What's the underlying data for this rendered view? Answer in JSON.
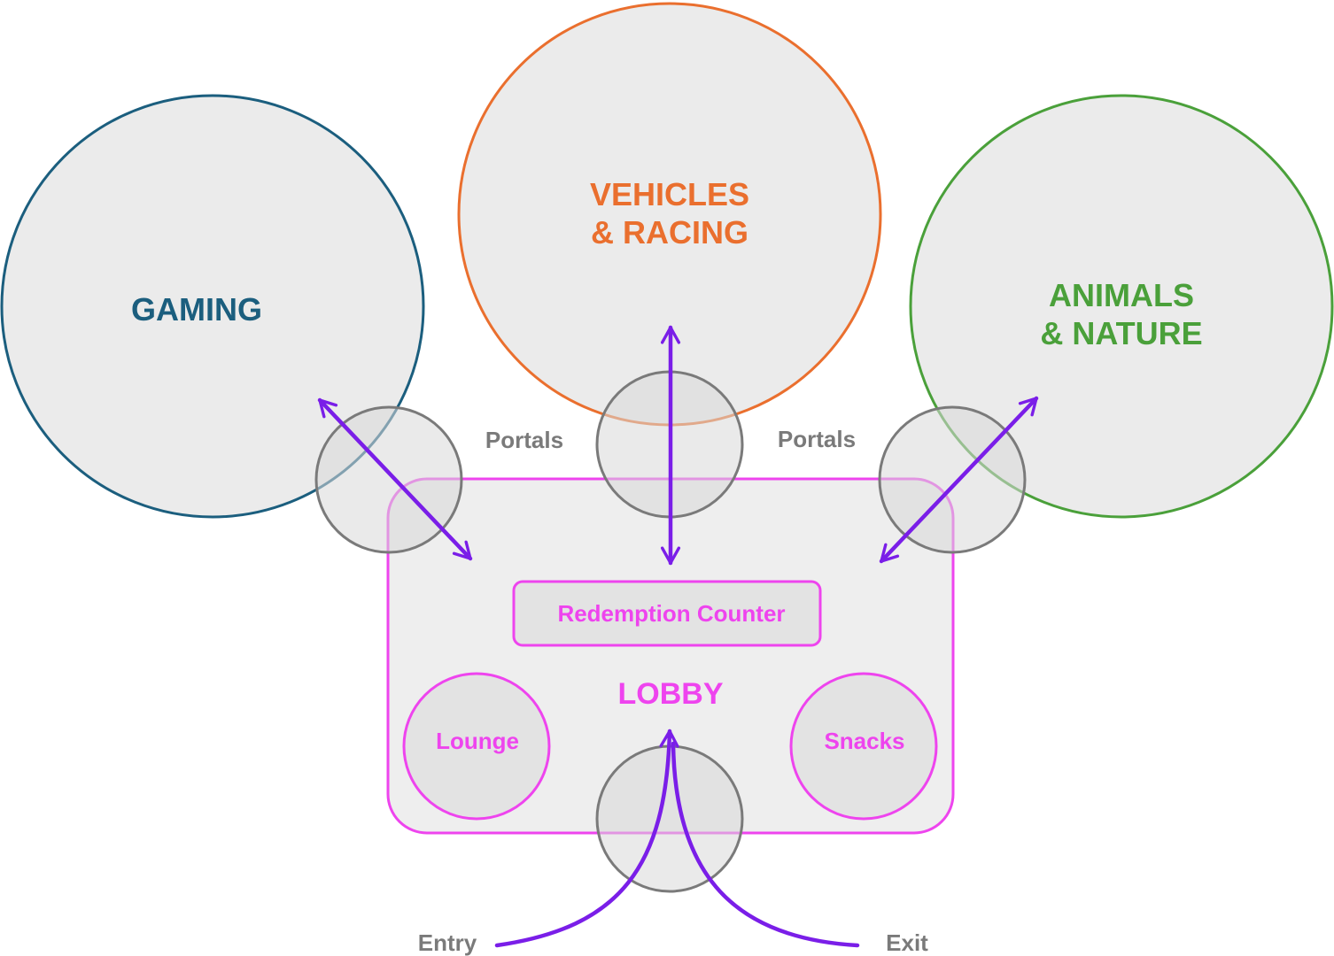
{
  "zones": {
    "gaming": {
      "label": "GAMING",
      "color": "#1b5e7e"
    },
    "vehicles": {
      "line1": "VEHICLES",
      "line2": "& RACING",
      "color": "#ea6f2e"
    },
    "animals": {
      "line1": "ANIMALS",
      "line2": "& NATURE",
      "color": "#4aa03a"
    }
  },
  "lobby": {
    "label": "LOBBY",
    "color": "#ee44ee",
    "redemption_counter": "Redemption Counter",
    "lounge": "Lounge",
    "snacks": "Snacks"
  },
  "portals": {
    "left_label": "Portals",
    "right_label": "Portals",
    "color": "#7a7a7a"
  },
  "flow": {
    "entry": "Entry",
    "exit": "Exit",
    "arrow_color": "#7a1ee8"
  },
  "fill_color": "#ebebeb"
}
